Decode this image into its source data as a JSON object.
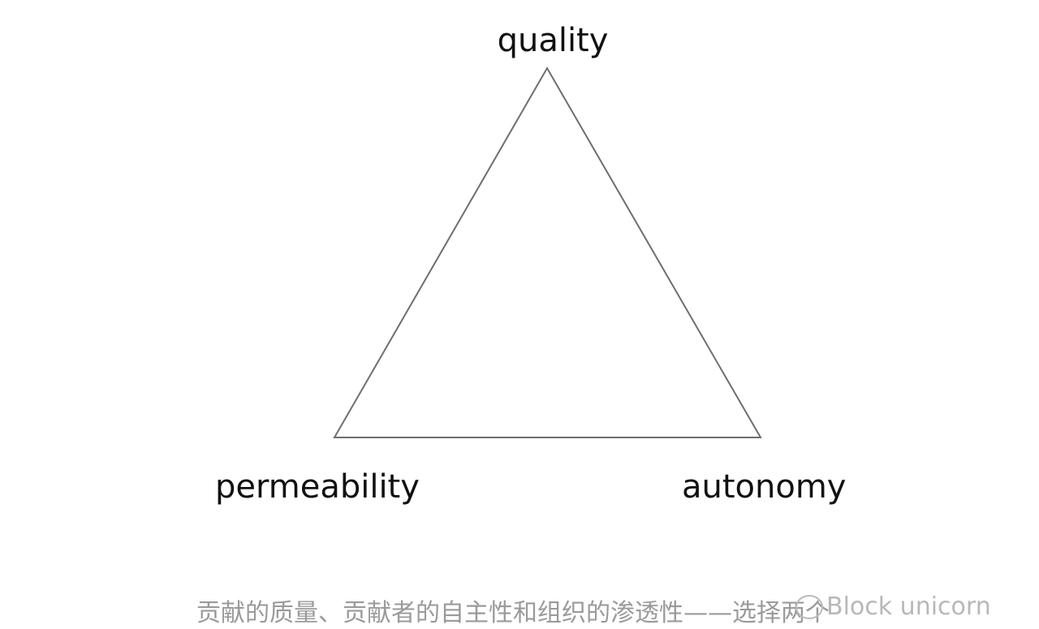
{
  "diagram": {
    "vertices": {
      "top": "quality",
      "bottom_left": "permeability",
      "bottom_right": "autonomy"
    },
    "line_color": "#6e6e6e"
  },
  "caption": "贡献的质量、贡献者的自主性和组织的渗透性——选择两个",
  "watermark": {
    "text": "Block unicorn",
    "icon": "chat-bubble-icon"
  }
}
